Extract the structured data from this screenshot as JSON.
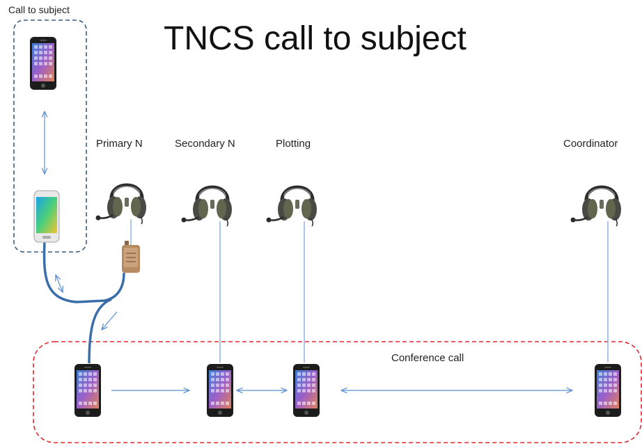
{
  "title": "TNCS call to subject",
  "group_subject": {
    "label": "Call to subject"
  },
  "group_conference": {
    "label": "Conference call"
  },
  "roles": {
    "primary": "Primary N",
    "secondary": "Secondary N",
    "plotting": "Plotting",
    "coordinator": "Coordinator"
  },
  "colors": {
    "subject_border": "#3a5a80",
    "conference_border": "#e0282e",
    "cable": "#3a6ea8",
    "arrow": "#5b8fd0",
    "wire": "#8fb4e3"
  },
  "icons": [
    "iphone-icon",
    "galaxy-phone-icon",
    "headset-icon",
    "radio-adapter-icon"
  ]
}
